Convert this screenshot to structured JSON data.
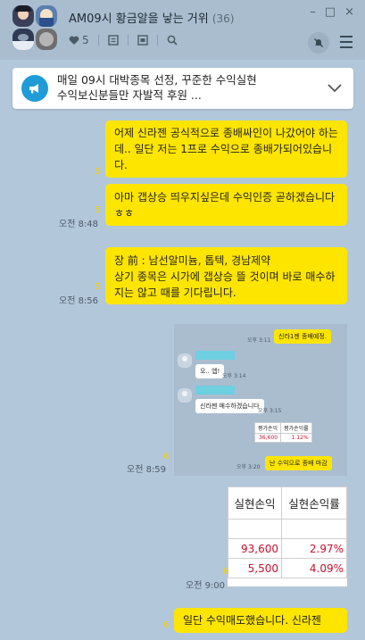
{
  "window": {
    "title": "AM09시 황금알을 낳는 거위",
    "member_count": "(36)",
    "minimize": "–",
    "maximize": "□",
    "close": "×"
  },
  "toolbar": {
    "members_count": "5"
  },
  "notice": {
    "line1": "매일 09시 대박종목 선정, 꾸준한 수익실현",
    "line2": "수익보신분들만 자발적 후원 ..."
  },
  "messages": [
    {
      "text": "어제 신라젠 공식적으로 종배싸인이 나갔어야 하는데.. 일단 저는 1프로 수익으로 종배가되어있습니다.",
      "unread": "5",
      "time": ""
    },
    {
      "text": "아마 갭상승 띄우지싶은데 수익인증 곧하겠습니다 ㅎㅎ",
      "unread": "5",
      "time": "오전 8:48"
    },
    {
      "line1": "장 前 : 남선알미늄, 톱텍, 경남제약",
      "line2": "상기 종목은 시가에 갭상승 뜰 것이며 바로 매수하지는 않고 때를 기다립니다.",
      "unread": "5",
      "time": "오전 8:56"
    }
  ],
  "screenshot1": {
    "msg1": "신라1젠 종배예정.",
    "time1": "오후 3:11",
    "reply1": "오.. 엡!",
    "time2": "오후 3:14",
    "reply2": "신라젠 매수하겠습니다",
    "time3": "오후 3:15",
    "table_headers": [
      "평가손익",
      "평가손익률"
    ],
    "table_values": [
      "36,600",
      "1.12%"
    ],
    "msg2": "난 수익으로 종배 마감",
    "time4": "오후 3:20",
    "unread": "6",
    "time": "오전 8:59"
  },
  "screenshot2": {
    "headers": [
      "실현손익",
      "실현손익률"
    ],
    "rows": [
      [
        "93,600",
        "2.97%"
      ],
      [
        "5,500",
        "4.09%"
      ]
    ],
    "unread": "6",
    "time": "오전 9:00"
  },
  "last_message": {
    "text": "일단 수익매도했습니다. 신라젠",
    "unread": "6"
  }
}
